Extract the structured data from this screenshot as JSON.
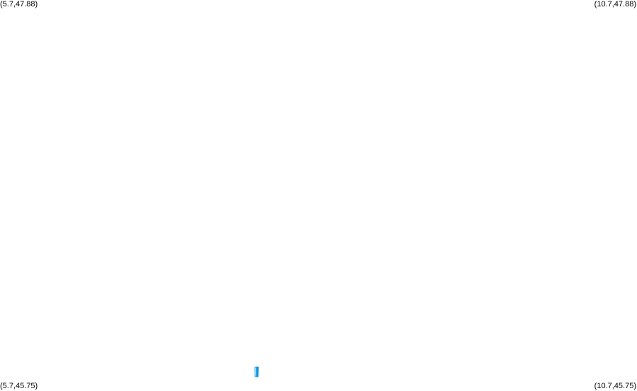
{
  "corners": {
    "top_left": "(5.7,47.88)",
    "top_right": "(10.7,47.88)",
    "bottom_left": "(5.7,45.75)",
    "bottom_right": "(10.7,45.75)"
  },
  "marker": {
    "icon": "location-pin-icon",
    "color": "#1aa0e8"
  }
}
